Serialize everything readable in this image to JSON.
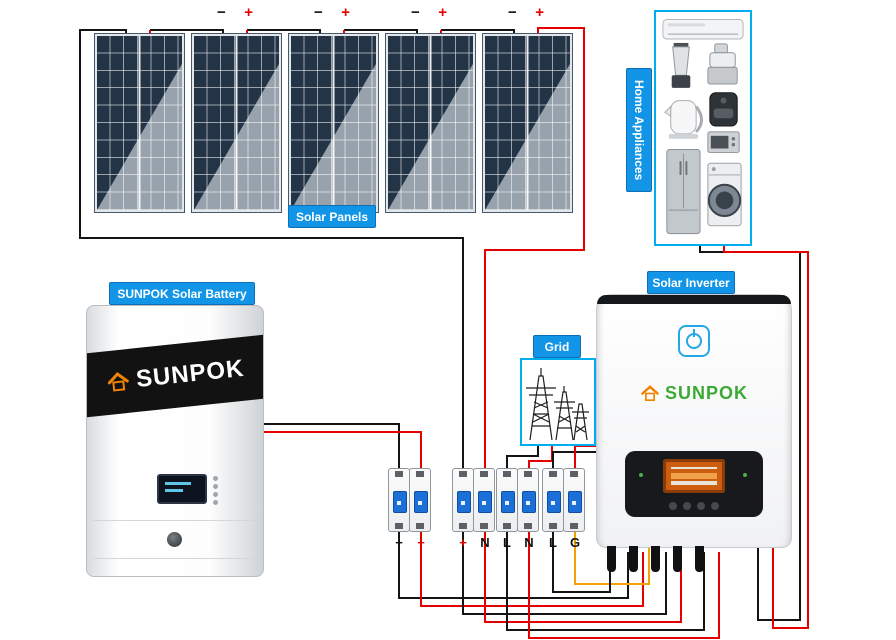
{
  "diagram": {
    "solar_panels_label": "Solar Panels",
    "home_appliances_label": "Home Appliances",
    "battery_label": "SUNPOK Solar Battery",
    "inverter_label": "Solar Inverter",
    "grid_label": "Grid"
  },
  "polarity": {
    "minus": "−",
    "plus": "+"
  },
  "terminals": [
    {
      "label": "−"
    },
    {
      "label": "+"
    },
    {
      "label": "+"
    },
    {
      "label": "N"
    },
    {
      "label": "L"
    },
    {
      "label": "N"
    },
    {
      "label": "L"
    },
    {
      "label": "G"
    }
  ],
  "battery": {
    "brand": "SUNPOK"
  },
  "inverter": {
    "brand": "SUNPOK"
  },
  "appliances": [
    "air-conditioner",
    "blender",
    "food-processor",
    "kettle",
    "air-fryer",
    "microwave",
    "refrigerator",
    "washing-machine"
  ],
  "colors": {
    "label_blue": "#1295e7",
    "box_cyan": "#00aeef",
    "wire_red": "#e60000",
    "wire_black": "#141414",
    "wire_orange": "#f5a100",
    "brand_orange": "#f08300",
    "brand_green": "#3aaa35"
  }
}
